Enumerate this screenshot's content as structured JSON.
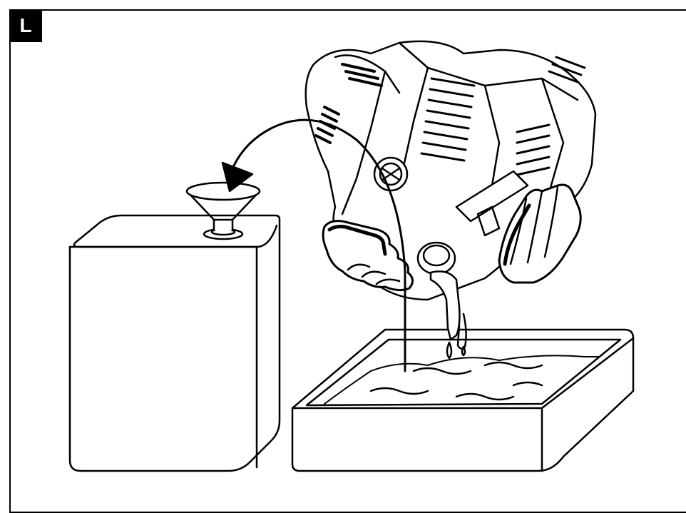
{
  "figure": {
    "label": "L",
    "stroke_color": "#000000",
    "background_color": "#ffffff"
  },
  "illustration": {
    "objects": [
      "fuel-can",
      "funnel",
      "engine",
      "gloved-left-hand",
      "gloved-right-hand",
      "drain-tray",
      "fuel-stream",
      "transfer-arrow"
    ]
  }
}
